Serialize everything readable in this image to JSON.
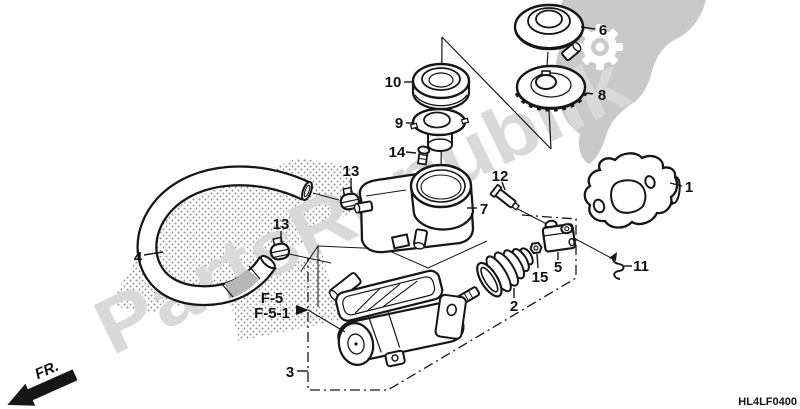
{
  "diagram": {
    "watermark_text": "PartsRepublik",
    "drawing_code": "HL4LF0400",
    "front_direction_label": "FR.",
    "frame_cross_refs": {
      "primary": "F-5",
      "secondary": "F-5-1"
    },
    "part_labels": {
      "p1": "1",
      "p2": "2",
      "p3": "3",
      "p4": "4",
      "p5": "5",
      "p6": "6",
      "p7": "7",
      "p8": "8",
      "p9": "9",
      "p10": "10",
      "p11": "11",
      "p12": "12",
      "p13_upper": "13",
      "p13_lower": "13",
      "p14": "14",
      "p15": "15"
    },
    "icons": {
      "gear_icon": "white gear cutout in gray logo blob",
      "front_direction_arrow_icon": "solid black arrow pointing lower-left"
    },
    "colors": {
      "line": "#161616",
      "watermark_gray": "#d9d9d9",
      "logo_gray": "#c9c9c9",
      "hose_sleeve_gray": "#b7b7b7",
      "stipple_gray": "#666666",
      "background": "#ffffff"
    }
  }
}
